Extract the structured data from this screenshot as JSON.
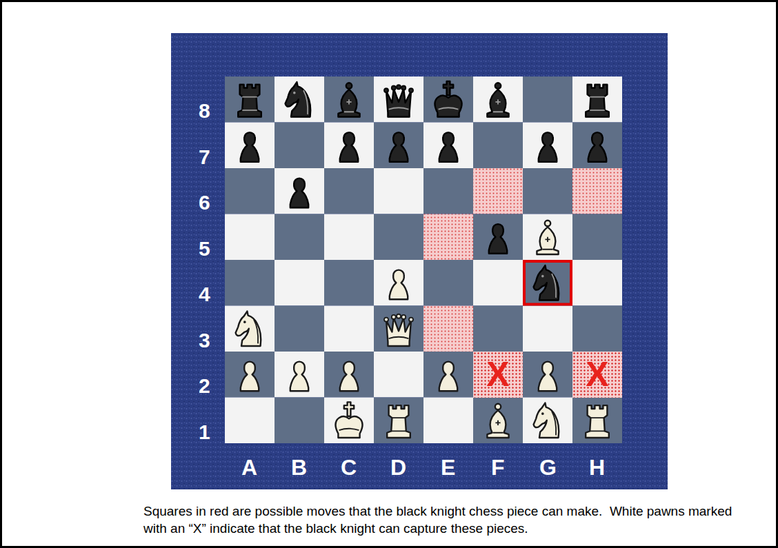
{
  "diagram": {
    "caption": "Squares in red are possible moves that the black knight chess piece can make.  White pawns marked with an “X” indicate that the black knight can capture these pieces.",
    "nodes": [
      {
        "text": [
          "X"
        ]
      },
      {
        "text": [
          "X"
        ]
      }
    ],
    "labels": [
      "8",
      "7",
      "6",
      "5",
      "4",
      "3",
      "2",
      "1",
      "A",
      "B",
      "C",
      "D",
      "E",
      "F",
      "G",
      "H"
    ]
  }
}
